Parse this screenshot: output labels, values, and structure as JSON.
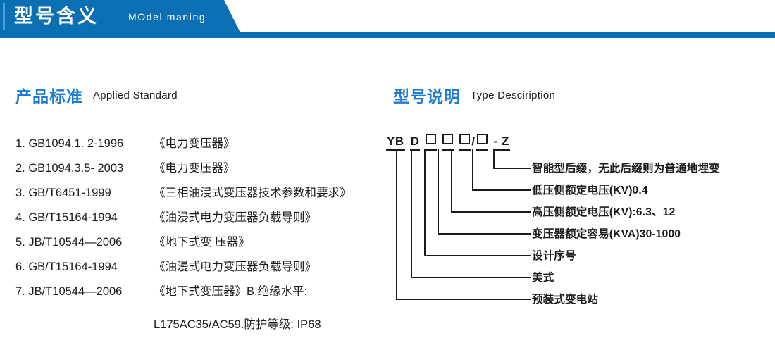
{
  "banner": {
    "title": "型号含义",
    "subtitle": "MOdel maning",
    "color": "#0b6fb4"
  },
  "sections": {
    "left": {
      "heading_cn": "产品标准",
      "heading_en": "Applied Standard",
      "heading_color": "#1a7ad4"
    },
    "right": {
      "heading_cn": "型号说明",
      "heading_en": "Type Desciription",
      "heading_color": "#1a7ad4"
    }
  },
  "standards": [
    {
      "index": "1.",
      "code": "GB1094.1. 2-1996",
      "name": "《电力变压器》"
    },
    {
      "index": "2.",
      "code": "GB1094.3.5- 2003",
      "name": "《电力变压器》"
    },
    {
      "index": "3.",
      "code": "GB/T6451-1999",
      "name": "《三相油浸式变压器技术参数和要求》"
    },
    {
      "index": "4.",
      "code": "GB/T15164-1994",
      "name": "《油浸式电力变压器负载导则》"
    },
    {
      "index": "5.",
      "code": "JB/T10544—2006",
      "name": "《地下式变 压器》"
    },
    {
      "index": "6.",
      "code": "GB/T15164-1994",
      "name": "《油漫式电力变压器负载导则》"
    },
    {
      "index": "7.",
      "code": "JB/T10544—2006",
      "name": "《地下式变压器》B.绝缘水平:"
    }
  ],
  "standards_continuation": "L175AC35/AC59.防护等级: IP68",
  "type_code": {
    "segments": [
      "YB",
      "D",
      "□",
      "□",
      "□",
      "/□",
      "- Z"
    ],
    "display": "YB D □□□/□ - Z"
  },
  "type_labels": [
    {
      "text": "智能型后缀，无此后缀则为普通地埋变"
    },
    {
      "text": "低压侧额定电压(KV)0.4"
    },
    {
      "text": "高压侧额定电压(KV):6.3、12"
    },
    {
      "text": "变压器额定容易(KVA)30-1000"
    },
    {
      "text": "设计序号"
    },
    {
      "text": "美式"
    },
    {
      "text": "预装式变电站"
    }
  ]
}
